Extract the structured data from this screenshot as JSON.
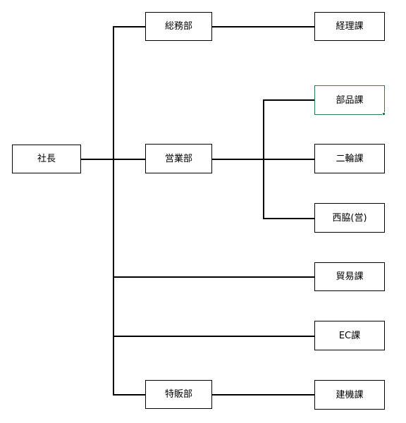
{
  "org_chart": {
    "selected_node": "部品課",
    "nodes": {
      "president": "社長",
      "general_affairs": "総務部",
      "sales": "営業部",
      "special_sales": "特販部",
      "accounting": "経理課",
      "parts": "部品課",
      "two_wheel": "二輪課",
      "nishiwaki": "西脇(営)",
      "trade": "貿易課",
      "ec": "EC課",
      "machinery": "建機課"
    }
  },
  "colors": {
    "line": "#000000",
    "node_border": "#000000",
    "selected_border": "#2f7d4a",
    "background": "#ffffff"
  }
}
